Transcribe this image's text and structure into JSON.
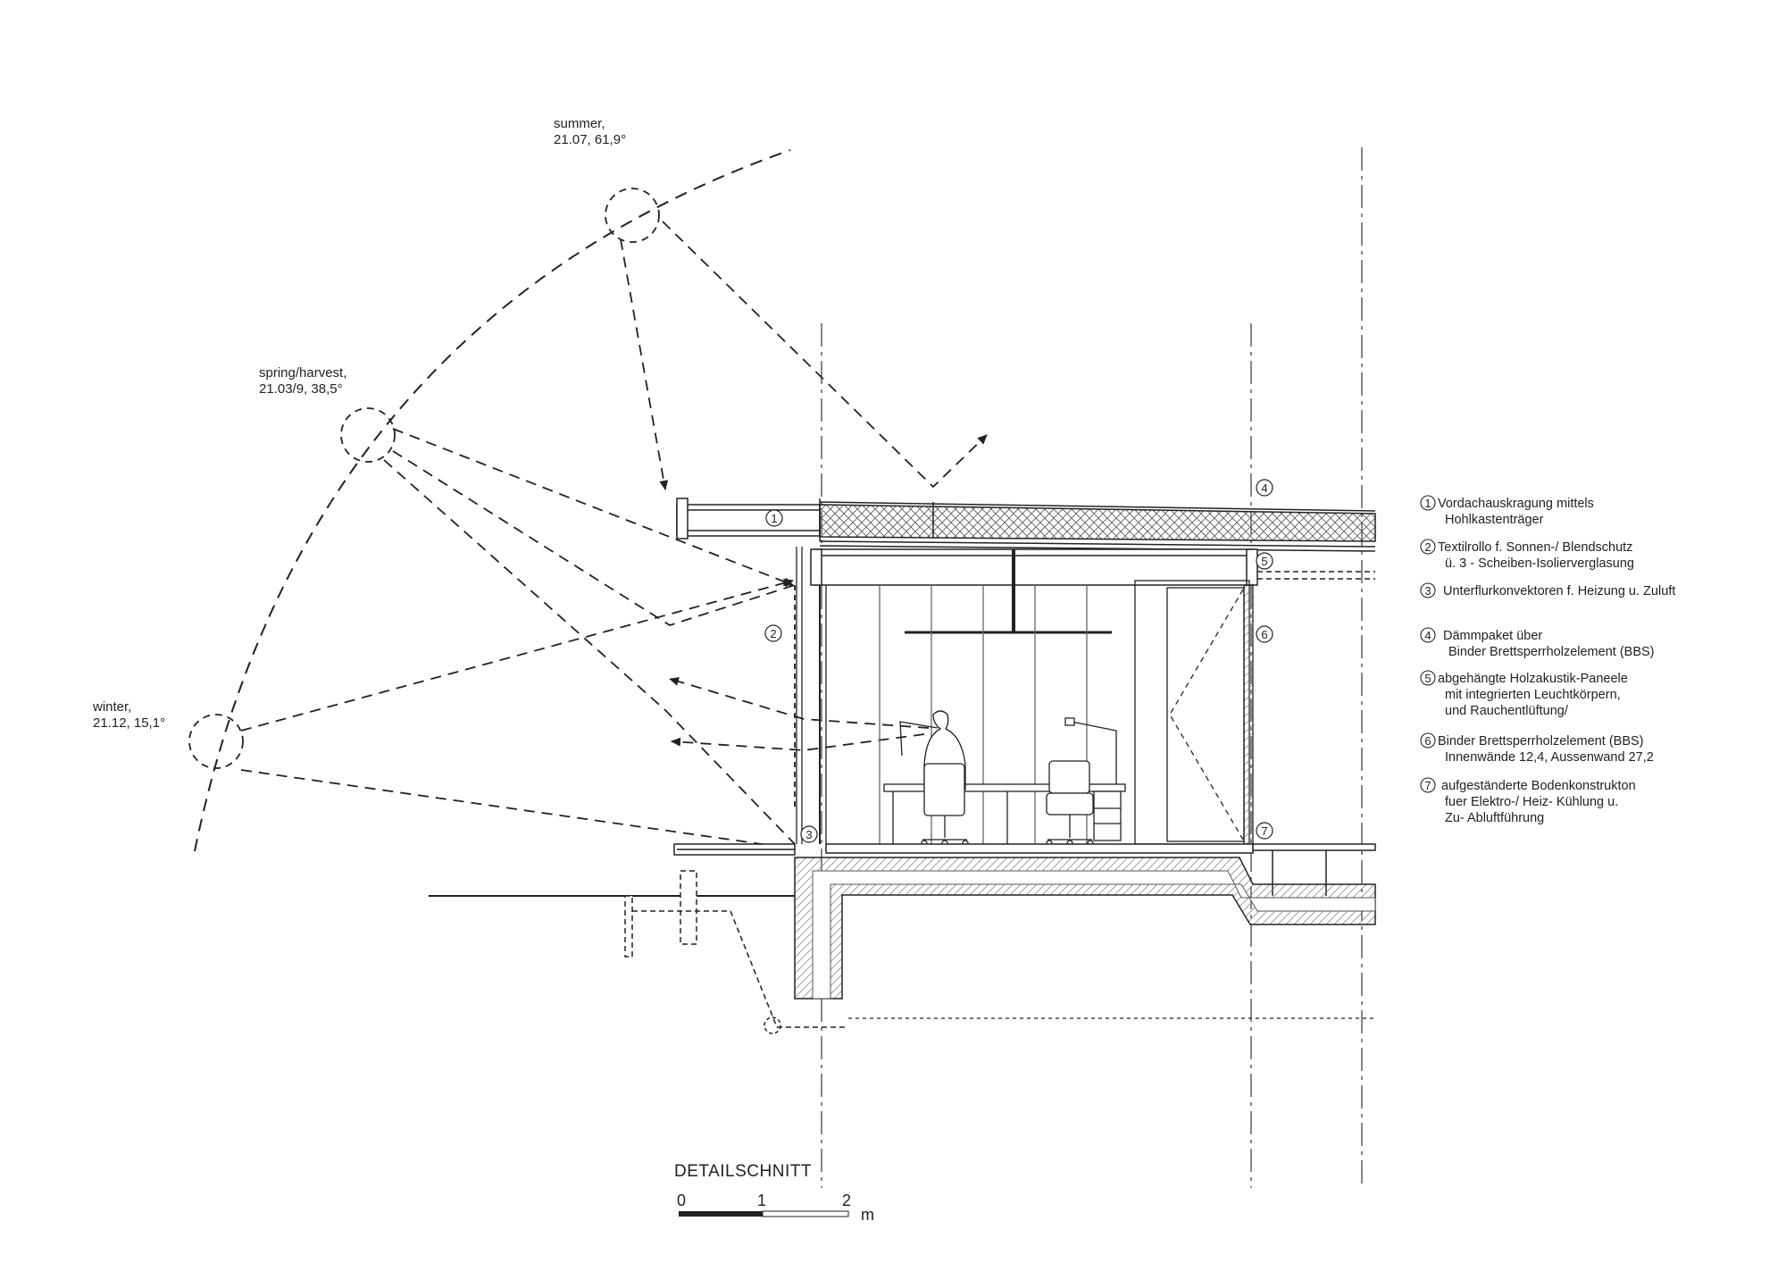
{
  "sun_positions": [
    {
      "season": "summer,",
      "detail": "21.07, 61,9°"
    },
    {
      "season": "spring/harvest,",
      "detail": "21.03/9, 38,5°"
    },
    {
      "season": "winter,",
      "detail": "21.12, 15,1°"
    }
  ],
  "markers": [
    "1",
    "2",
    "3",
    "4",
    "5",
    "6",
    "7"
  ],
  "legend": [
    {
      "num": "1",
      "lines": [
        "Vordachauskragung mittels",
        "Hohlkastenträger"
      ]
    },
    {
      "num": "2",
      "lines": [
        "Textilrollo f. Sonnen-/ Blendschutz",
        "ü. 3 - Scheiben-Isolierverglasung"
      ]
    },
    {
      "num": "3",
      "lines": [
        "Unterflurkonvektoren f. Heizung u. Zuluft"
      ]
    },
    {
      "num": "4",
      "lines": [
        "Dämmpaket über",
        "Binder Brettsperrholzelement (BBS)"
      ]
    },
    {
      "num": "5",
      "lines": [
        "abgehängte Holzakustik-Paneele",
        "mit integrierten Leuchtkörpern,",
        "und Rauchentlüftung/"
      ]
    },
    {
      "num": "6",
      "lines": [
        "Binder Brettsperrholzelement (BBS)",
        "Innenwände 12,4, Aussenwand 27,2"
      ]
    },
    {
      "num": "7",
      "lines": [
        "aufgeständerte Bodenkonstrukton",
        "fuer Elektro-/ Heiz- Kühlung u.",
        "Zu- Abluftführung"
      ]
    }
  ],
  "title": "DETAILSCHNITT",
  "scale_bar": {
    "ticks": [
      "0",
      "1",
      "2"
    ],
    "unit": "m"
  }
}
